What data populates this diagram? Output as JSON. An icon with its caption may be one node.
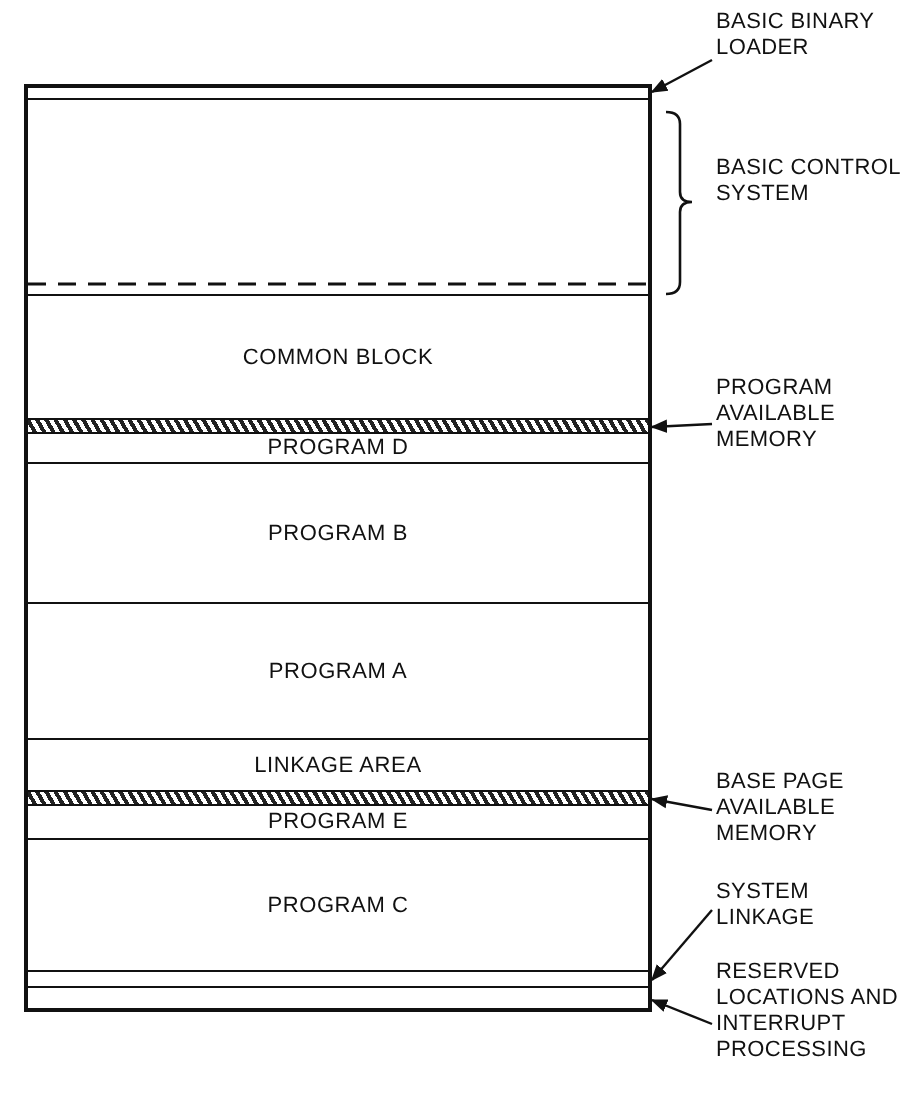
{
  "diagram": {
    "nodes": [
      {
        "text": [],
        "shape": "bar"
      },
      {
        "text": [],
        "shape": "box"
      },
      {
        "text": [
          "COMMON BLOCK"
        ]
      },
      {
        "text": [],
        "shape": "bar"
      },
      {
        "text": [
          "PROGRAM D"
        ]
      },
      {
        "text": [
          "PROGRAM B"
        ]
      },
      {
        "text": [
          "PROGRAM A"
        ]
      },
      {
        "text": [
          "LINKAGE AREA"
        ]
      },
      {
        "text": [],
        "shape": "bar"
      },
      {
        "text": [
          "PROGRAM E"
        ]
      },
      {
        "text": [
          "PROGRAM C"
        ]
      },
      {
        "text": [],
        "shape": "bar"
      },
      {
        "text": [],
        "shape": "bar"
      },
      {
        "text": [
          "BASIC BINARY LOADER"
        ]
      },
      {
        "text": [
          "PROGRAM AVAILABLE MEMORY"
        ]
      },
      {
        "text": [
          "BASE PAGE AVAILABLE MEMORY"
        ]
      },
      {
        "text": [
          "SYSTEM LINKAGE"
        ]
      },
      {
        "text": [
          "RESERVED LOCATIONS AND INTERRUPT PROCESSING"
        ]
      }
    ],
    "edges": [
      {
        "from": 13,
        "to": 0,
        "arrow": "to"
      },
      {
        "from": 14,
        "to": 3,
        "arrow": "to"
      },
      {
        "from": 15,
        "to": 8,
        "arrow": "to"
      },
      {
        "from": 16,
        "to": 11,
        "arrow": "to"
      },
      {
        "from": 17,
        "to": 12,
        "arrow": "to"
      }
    ],
    "labels": [
      "BASIC CONTROL SYSTEM"
    ]
  }
}
